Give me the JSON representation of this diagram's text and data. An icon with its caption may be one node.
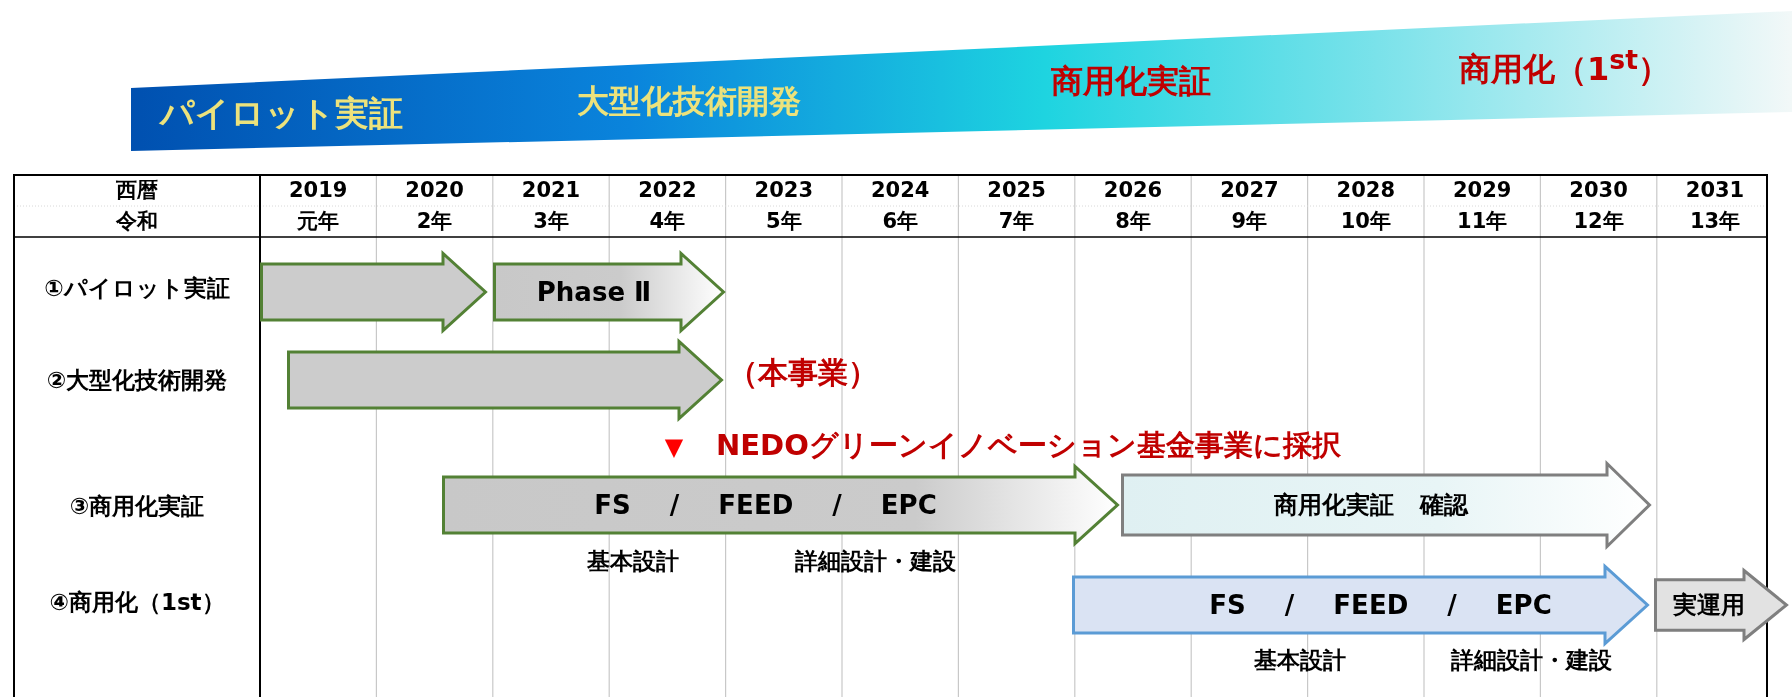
{
  "diagram": {
    "nodes": [
      {
        "text": [
          "パイロット実証",
          "大型化技術開発",
          "商用化実証",
          "商用化（1$^{st}$）"
        ]
      },
      {
        "text": [],
        "shape": "arrow"
      },
      {
        "text": [
          "Phase Ⅱ"
        ]
      },
      {
        "text": [],
        "shape": "arrow"
      },
      {
        "text": [
          "FS / FEED / EPC"
        ],
        "beside": [
          "基本設計",
          "詳細設計・建設"
        ]
      },
      {
        "text": [
          "商用化実証 確認"
        ]
      },
      {
        "text": [
          "FS / FEED / EPC"
        ],
        "beside": [
          "基本設計",
          "詳細設計・建設"
        ]
      },
      {
        "text": [
          "実運用"
        ]
      }
    ],
    "labels": [
      "西暦",
      "2019",
      "2020",
      "2021",
      "2022",
      "2023",
      "2024",
      "2025",
      "2026",
      "2027",
      "2028",
      "2029",
      "2030",
      "2031",
      "令和",
      "元年",
      "2年",
      "3年",
      "4年",
      "5年",
      "6年",
      "7年",
      "8年",
      "9年",
      "10年",
      "11年",
      "12年",
      "13年",
      "①パイロット実証",
      "②大型化技術開発",
      "（本事業）",
      "▼",
      "NEDOグリーンイノベーション基金事業に採択",
      "③商用化実証",
      "④商用化（1st）"
    ]
  }
}
